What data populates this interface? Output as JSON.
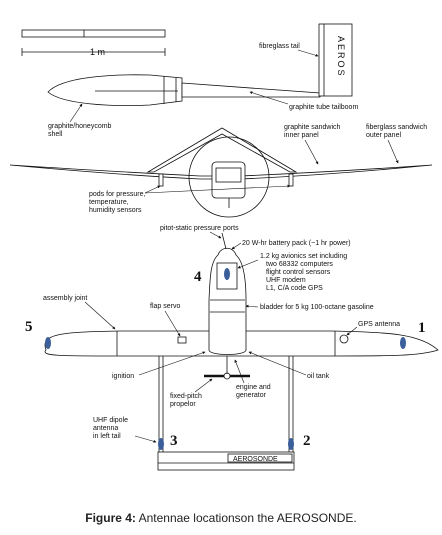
{
  "scale_bar": {
    "label": "1 m"
  },
  "side_view": {
    "labels": {
      "tail": "fibreglass tail",
      "tail_text": "AEROS",
      "tailboom": "graphite tube tailboom",
      "shell_1": "graphite/honeycomb",
      "shell_2": "shell"
    }
  },
  "front_view": {
    "labels": {
      "inner_panel_1": "graphite sandwich",
      "inner_panel_2": "inner panel",
      "outer_panel_1": "fiberglass sandwich",
      "outer_panel_2": "outer panel",
      "pods_1": "pods for pressure,",
      "pods_2": "temperature,",
      "pods_3": "humidity sensors"
    }
  },
  "top_view": {
    "labels": {
      "pitot": "pitot-static pressure ports",
      "battery": "20 W-hr battery pack (~1 hr power)",
      "avionics_1": "1.2 kg avionics set including",
      "avionics_2": "two 68332 computers",
      "avionics_3": "flight control sensors",
      "avionics_4": "UHF modem",
      "avionics_5": "L1, C/A code GPS",
      "assembly": "assembly joint",
      "flap_servo": "flap servo",
      "bladder": "bladder for 5 kg 100-octane gasoline",
      "gps_antenna": "GPS antenna",
      "ignition": "ignition",
      "oil_tank": "oil tank",
      "engine_1": "engine and",
      "engine_2": "generator",
      "propeller_1": "fixed-pitch",
      "propeller_2": "propelor",
      "uhf_1": "UHF dipole",
      "uhf_2": "antenna",
      "uhf_3": "in left tail",
      "tail_plane": "AEROSONDE"
    },
    "antenna_numbers": [
      "1",
      "2",
      "3",
      "4",
      "5"
    ],
    "antenna_color": "#3a5f9a"
  },
  "caption": {
    "prefix": "Figure 4:",
    "text": " Antennae locationson the AEROSONDE."
  }
}
